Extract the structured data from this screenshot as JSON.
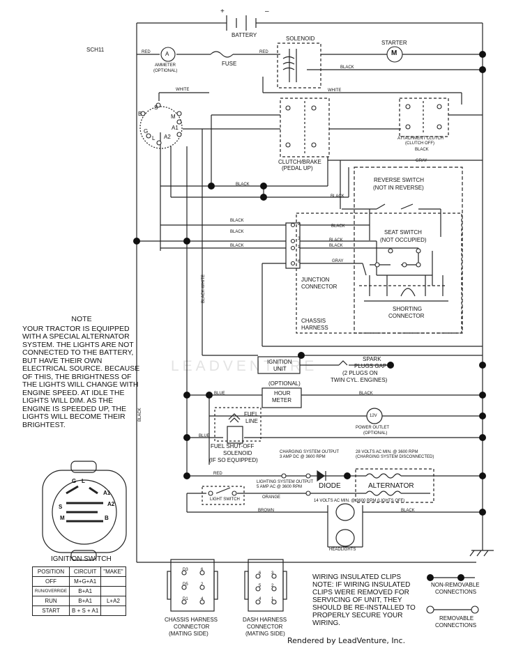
{
  "diagram_id": "SCH11",
  "battery": {
    "label": "BATTERY",
    "plus": "+",
    "minus": "–"
  },
  "solenoid": "SOLENOID",
  "starter": {
    "label": "STARTER",
    "symbol": "M"
  },
  "ammeter": {
    "label": "AMMETER",
    "sub": "(OPTIONAL)",
    "symbol": "A"
  },
  "fuse": "FUSE",
  "wires": {
    "red": "RED",
    "black": "BLACK",
    "white": "WHITE",
    "gray": "GRAY",
    "blue": "BLUE",
    "orange": "ORANGE",
    "brown": "BROWN",
    "black_white": "BLACK-WHITE"
  },
  "ignition_terminals": {
    "s": "S",
    "m": "M",
    "b": "B",
    "a1": "A1",
    "g": "G",
    "l": "L",
    "a2": "A2"
  },
  "attachment_clutch": {
    "line1": "ATTACHMENT CLUTCH",
    "line2": "(CLUTCH OFF)"
  },
  "clutch_brake": {
    "line1": "CLUTCH/BRAKE",
    "line2": "(PEDAL UP)"
  },
  "reverse_switch": {
    "line1": "REVERSE SWITCH",
    "line2": "(NOT IN REVERSE)"
  },
  "seat_switch": {
    "line1": "SEAT SWITCH",
    "line2": "(NOT OCCUPIED)"
  },
  "junction_connector": {
    "line1": "JUNCTION",
    "line2": "CONNECTOR",
    "pins": [
      "2",
      "3",
      "1",
      "6"
    ]
  },
  "shorting_connector": {
    "line1": "SHORTING",
    "line2": "CONNECTOR"
  },
  "chassis_harness": {
    "line1": "CHASSIS",
    "line2": "HARNESS"
  },
  "ignition_unit": {
    "line1": "IGNITION",
    "line2": "UNIT"
  },
  "spark_plugs": {
    "line1": "SPARK",
    "line2": "PLUGS GAP",
    "line3": "(2 PLUGS ON",
    "line4": "TWIN CYL. ENGINES)"
  },
  "hour_meter": {
    "opt": "(OPTIONAL)",
    "line1": "HOUR",
    "line2": "METER"
  },
  "power_outlet": {
    "symbol": "12V",
    "line1": "POWER OUTLET",
    "line2": "(OPTIONAL)"
  },
  "fuel_solenoid": {
    "fuel": "FUEL",
    "line": "LINE",
    "line1": "FUEL SHUT-OFF",
    "line2": "SOLENOID",
    "line3": "(IF SO EQUIPPED)"
  },
  "charging_output": {
    "line1": "CHARGING SYSTEM OUTPUT",
    "line2": "3 AMP DC @ 3600 RPM"
  },
  "ac_min_28": {
    "line1": "28 VOLTS AC MIN. @ 3600 RPM",
    "line2": "(CHARGING SYSTEM DISCONNECTED)"
  },
  "diode": "DIODE",
  "alternator": "ALTERNATOR",
  "lighting_output": {
    "line1": "LIGHTING SYSTEM OUTPUT",
    "line2": "5 AMP AC @ 3600 RPM"
  },
  "ac_min_14": "14 VOLTS AC MIN. @ 3600 RPM (LIGHTS OFF)",
  "light_switch": "LIGHT SWITCH",
  "headlights": "HEADLIGHTS",
  "note": {
    "title": "NOTE",
    "body": "YOUR TRACTOR IS EQUIPPED WITH A SPECIAL ALTERNATOR SYSTEM. THE LIGHTS ARE NOT CONNECTED TO THE BATTERY, BUT HAVE THEIR OWN ELECTRICAL SOURCE. BECAUSE OF THIS, THE BRIGHTNESS OF THE LIGHTS WILL CHANGE WITH ENGINE SPEED.  AT IDLE THE LIGHTS WILL DIM.  AS THE ENGINE IS SPEEDED UP, THE LIGHTS WILL BECOME THEIR BRIGHTEST."
  },
  "ignition_switch": {
    "title": "IGNITION SWITCH",
    "terminals": {
      "g": "G",
      "l": "L",
      "a1": "A1",
      "s": "S",
      "a2": "A2",
      "m": "M",
      "b": "B"
    },
    "headers": [
      "POSITION",
      "CIRCUIT",
      "\"MAKE\""
    ],
    "rows": [
      {
        "position": "OFF",
        "circuit": "M+G+A1",
        "make": ""
      },
      {
        "position": "RUN/OVERRIDE",
        "circuit": "B+A1",
        "make": ""
      },
      {
        "position": "RUN",
        "circuit": "B+A1",
        "make": "L+A2"
      },
      {
        "position": "START",
        "circuit": "B + S + A1",
        "make": ""
      }
    ]
  },
  "chassis_connector": {
    "line1": "CHASSIS HARNESS",
    "line2": "CONNECTOR",
    "line3": "(MATING SIDE)",
    "pins": [
      "D3",
      "6",
      "D5",
      "2",
      "D1",
      "4"
    ]
  },
  "dash_connector": {
    "line1": "DASH HARNESS",
    "line2": "CONNECTOR",
    "line3": "(MATING SIDE)",
    "pins": [
      "6",
      "3",
      "5",
      "2",
      "4",
      "1"
    ]
  },
  "clips_note": {
    "title": "WIRING INSULATED CLIPS",
    "line1": "NOTE: IF WIRING INSULATED",
    "line2": "CLIPS WERE REMOVED FOR",
    "line3": "SERVICING OF UNIT, THEY",
    "line4": "SHOULD BE RE-INSTALLED TO",
    "line5": "PROPERLY SECURE YOUR",
    "line6": "WIRING."
  },
  "legend": {
    "non_removable": "NON-REMOVABLE",
    "non_removable2": "CONNECTIONS",
    "removable": "REMOVABLE",
    "removable2": "CONNECTIONS"
  },
  "watermark": "LEADVENTURE",
  "footer": "Rendered by LeadVenture, Inc."
}
